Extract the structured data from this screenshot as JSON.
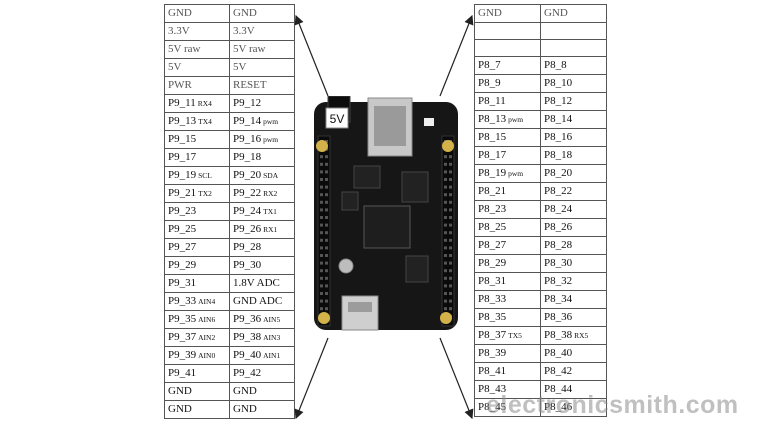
{
  "left_header": [
    [
      "GND",
      "GND"
    ],
    [
      "3.3V",
      "3.3V"
    ],
    [
      "5V raw",
      "5V raw"
    ],
    [
      "5V",
      "5V"
    ],
    [
      "PWR",
      "RESET"
    ]
  ],
  "left_pins": [
    {
      "a": "P9_11",
      "as": "RX4",
      "b": "P9_12",
      "bs": ""
    },
    {
      "a": "P9_13",
      "as": "TX4",
      "b": "P9_14",
      "bs": "pwm"
    },
    {
      "a": "P9_15",
      "as": "",
      "b": "P9_16",
      "bs": "pwm"
    },
    {
      "a": "P9_17",
      "as": "",
      "b": "P9_18",
      "bs": ""
    },
    {
      "a": "P9_19",
      "as": "SCL",
      "b": "P9_20",
      "bs": "SDA"
    },
    {
      "a": "P9_21",
      "as": "TX2",
      "b": "P9_22",
      "bs": "RX2"
    },
    {
      "a": "P9_23",
      "as": "",
      "b": "P9_24",
      "bs": "TX1"
    },
    {
      "a": "P9_25",
      "as": "",
      "b": "P9_26",
      "bs": "RX1"
    },
    {
      "a": "P9_27",
      "as": "",
      "b": "P9_28",
      "bs": ""
    },
    {
      "a": "P9_29",
      "as": "",
      "b": "P9_30",
      "bs": ""
    },
    {
      "a": "P9_31",
      "as": "",
      "b": "1.8V ADC",
      "bs": ""
    },
    {
      "a": "P9_33",
      "as": "AIN4",
      "b": "GND ADC",
      "bs": ""
    },
    {
      "a": "P9_35",
      "as": "AIN6",
      "b": "P9_36",
      "bs": "AIN5"
    },
    {
      "a": "P9_37",
      "as": "AIN2",
      "b": "P9_38",
      "bs": "AIN3"
    },
    {
      "a": "P9_39",
      "as": "AIN0",
      "b": "P9_40",
      "bs": "AIN1"
    },
    {
      "a": "P9_41",
      "as": "",
      "b": "P9_42",
      "bs": ""
    }
  ],
  "left_footer": [
    [
      "GND",
      "GND"
    ],
    [
      "GND",
      "GND"
    ]
  ],
  "right_header": [
    [
      "GND",
      "GND"
    ],
    [
      "",
      ""
    ],
    [
      "",
      ""
    ]
  ],
  "right_pins": [
    {
      "a": "P8_7",
      "as": "",
      "b": "P8_8",
      "bs": ""
    },
    {
      "a": "P8_9",
      "as": "",
      "b": "P8_10",
      "bs": ""
    },
    {
      "a": "P8_11",
      "as": "",
      "b": "P8_12",
      "bs": ""
    },
    {
      "a": "P8_13",
      "as": "pwm",
      "b": "P8_14",
      "bs": ""
    },
    {
      "a": "P8_15",
      "as": "",
      "b": "P8_16",
      "bs": ""
    },
    {
      "a": "P8_17",
      "as": "",
      "b": "P8_18",
      "bs": ""
    },
    {
      "a": "P8_19",
      "as": "pwm",
      "b": "P8_20",
      "bs": ""
    },
    {
      "a": "P8_21",
      "as": "",
      "b": "P8_22",
      "bs": ""
    },
    {
      "a": "P8_23",
      "as": "",
      "b": "P8_24",
      "bs": ""
    },
    {
      "a": "P8_25",
      "as": "",
      "b": "P8_26",
      "bs": ""
    },
    {
      "a": "P8_27",
      "as": "",
      "b": "P8_28",
      "bs": ""
    },
    {
      "a": "P8_29",
      "as": "",
      "b": "P8_30",
      "bs": ""
    },
    {
      "a": "P8_31",
      "as": "",
      "b": "P8_32",
      "bs": ""
    },
    {
      "a": "P8_33",
      "as": "",
      "b": "P8_34",
      "bs": ""
    },
    {
      "a": "P8_35",
      "as": "",
      "b": "P8_36",
      "bs": ""
    },
    {
      "a": "P8_37",
      "as": "TX5",
      "b": "P8_38",
      "bs": "RX5"
    },
    {
      "a": "P8_39",
      "as": "",
      "b": "P8_40",
      "bs": ""
    },
    {
      "a": "P8_41",
      "as": "",
      "b": "P8_42",
      "bs": ""
    },
    {
      "a": "P8_43",
      "as": "",
      "b": "P8_44",
      "bs": ""
    },
    {
      "a": "P8_45",
      "as": "",
      "b": "P8_46",
      "bs": ""
    }
  ],
  "board": {
    "power_label": "5V"
  },
  "watermark": "electronicsmith.com"
}
